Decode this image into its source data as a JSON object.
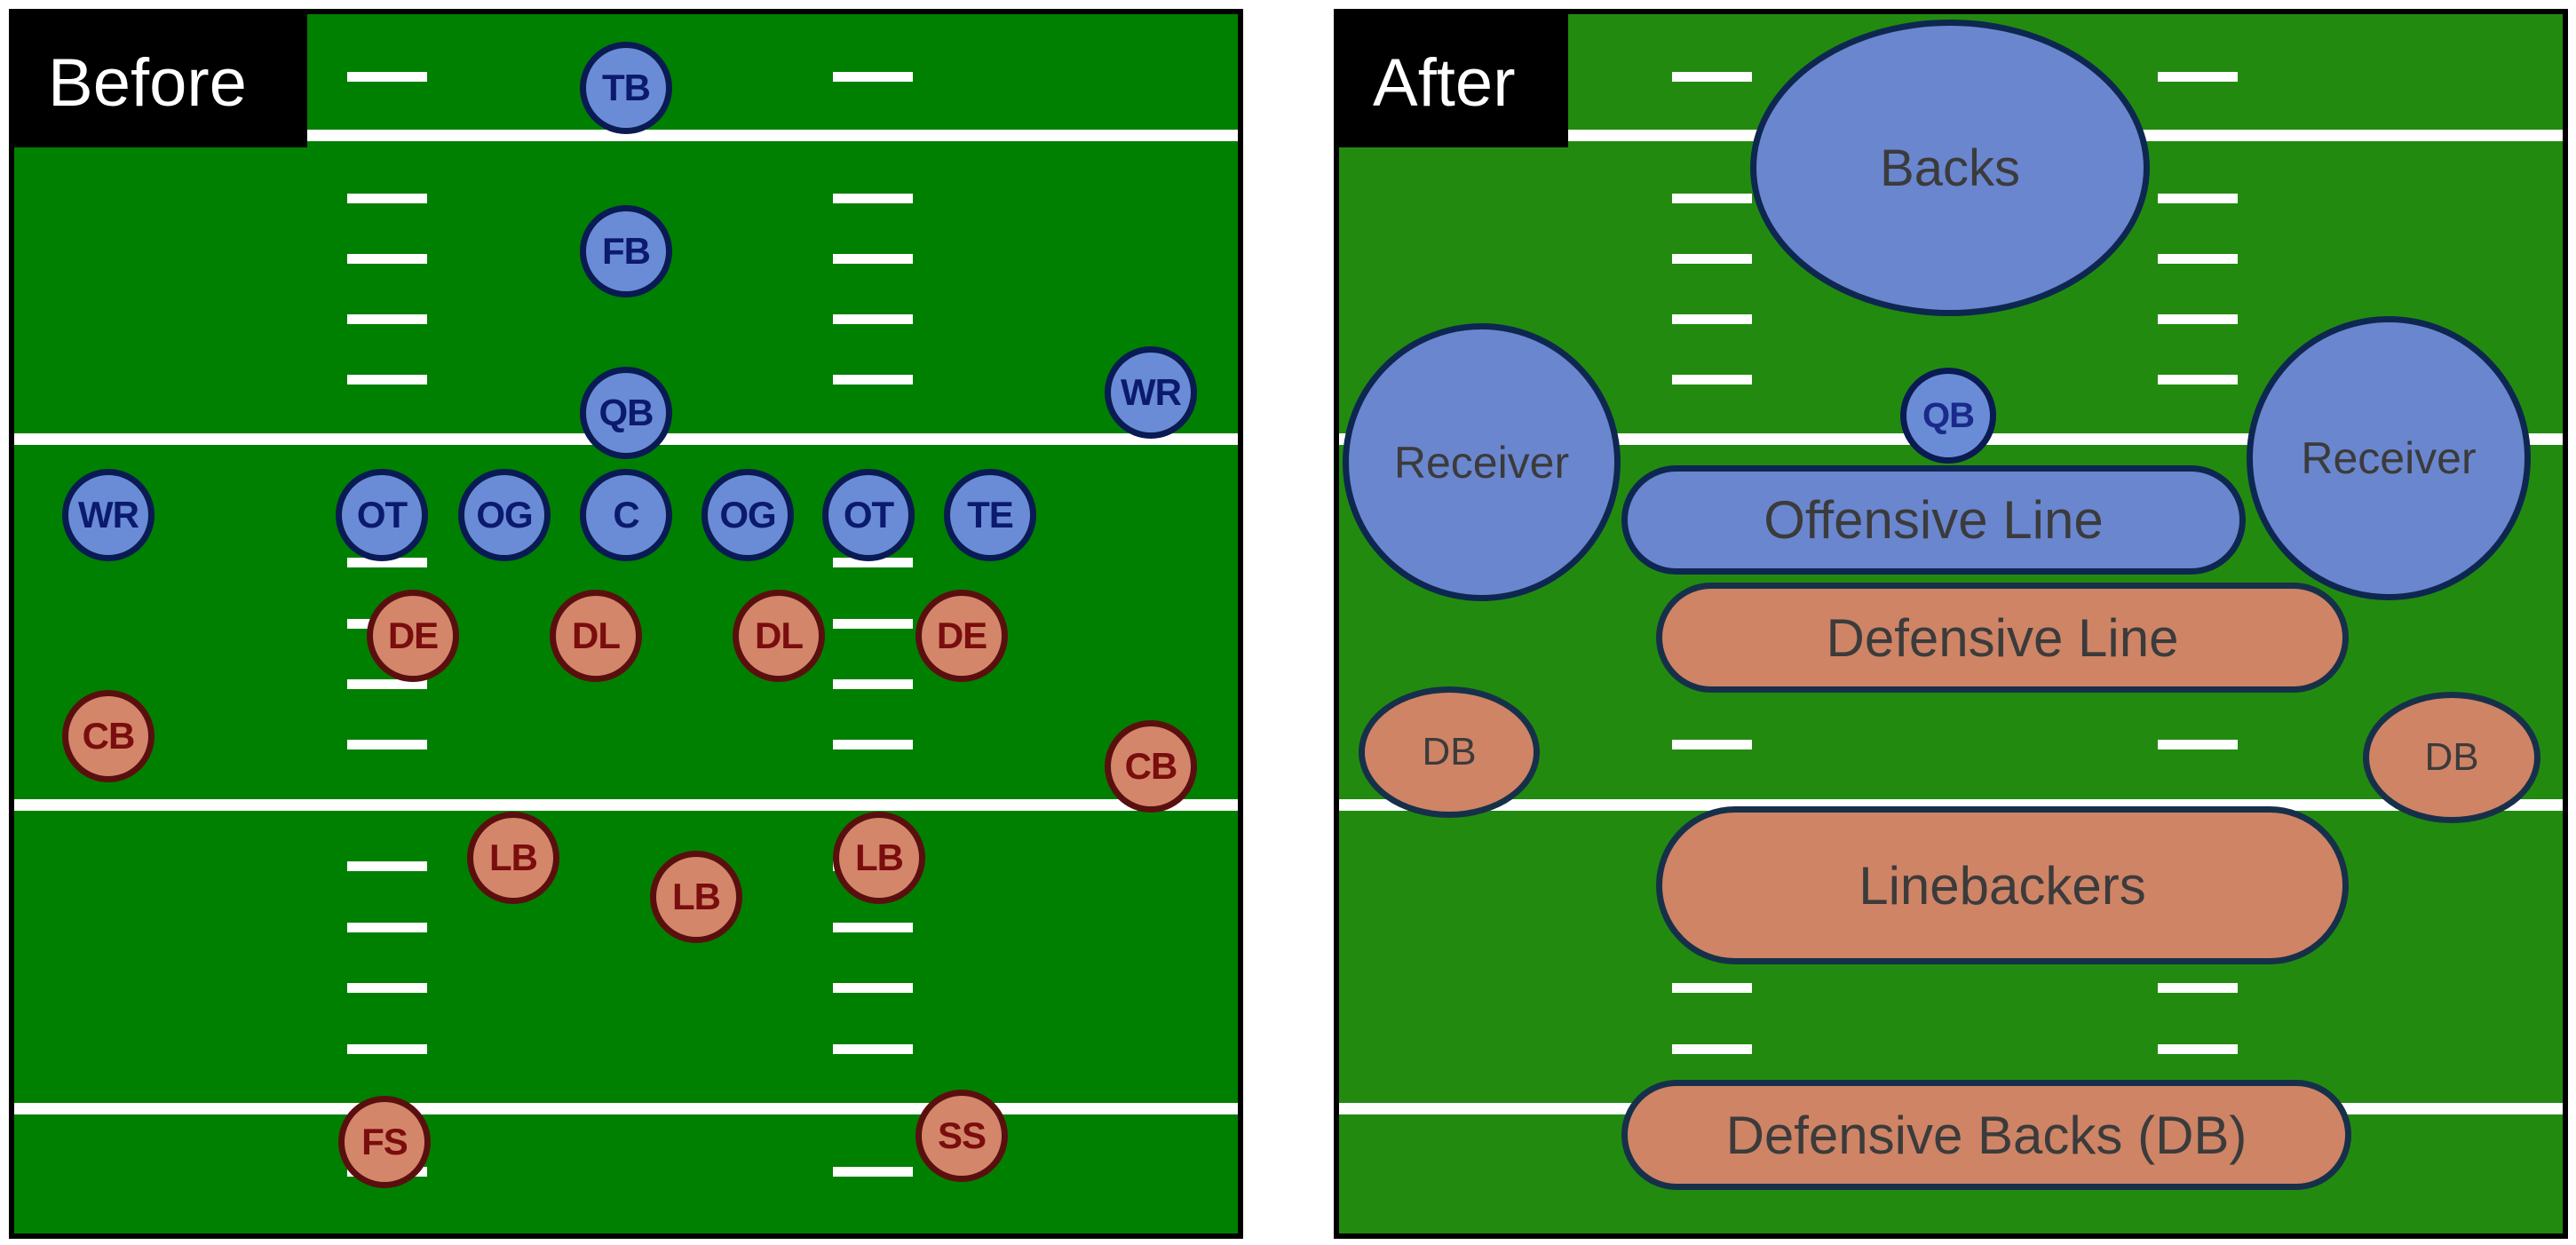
{
  "before": {
    "label": "Before",
    "players": {
      "tb": "TB",
      "fb": "FB",
      "qb": "QB",
      "wr_left": "WR",
      "wr_right": "WR",
      "ot_left": "OT",
      "og_left": "OG",
      "c": "C",
      "og_right": "OG",
      "ot_right": "OT",
      "te": "TE",
      "de_left": "DE",
      "dl_left": "DL",
      "dl_right": "DL",
      "de_right": "DE",
      "cb_left": "CB",
      "cb_right": "CB",
      "lb_left": "LB",
      "lb_mid": "LB",
      "lb_right": "LB",
      "fs": "FS",
      "ss": "SS"
    }
  },
  "after": {
    "label": "After",
    "groups": {
      "backs": "Backs",
      "qb": "QB",
      "receiver_left": "Receiver",
      "receiver_right": "Receiver",
      "offensive_line": "Offensive Line",
      "defensive_line": "Defensive Line",
      "db_left": "DB",
      "db_right": "DB",
      "linebackers": "Linebackers",
      "defensive_backs": "Defensive Backs (DB)"
    }
  },
  "colors": {
    "field_before": "#008000",
    "field_after": "#228b0f",
    "offense": "#6a8cd6",
    "defense": "#d4866b"
  }
}
